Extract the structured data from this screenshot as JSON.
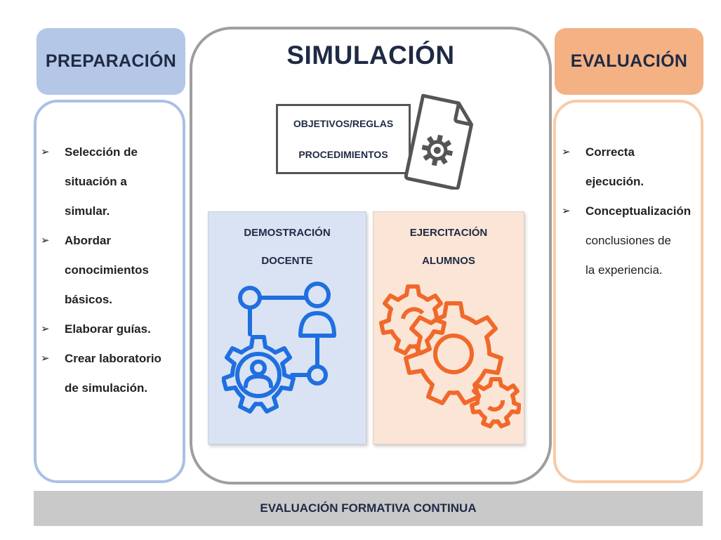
{
  "preparacion": {
    "title": "PREPARACIÓN",
    "items": [
      "Selección de situación a simular.",
      "Abordar conocimientos básicos.",
      "Elaborar guías.",
      "Crear laboratorio de simulación."
    ],
    "lines": [
      [
        "Selección de",
        "situación a",
        "simular."
      ],
      [
        "Abordar",
        "conocimientos",
        "básicos."
      ],
      [
        "Elaborar guías."
      ],
      [
        "Crear laboratorio",
        "de simulación."
      ]
    ]
  },
  "simulacion": {
    "title": "SIMULACIÓN",
    "rules_line1": "OBJETIVOS/REGLAS",
    "rules_line2": "PROCEDIMIENTOS",
    "demo_line1": "DEMOSTRACIÓN",
    "demo_line2": "DOCENTE",
    "ejer_line1": "EJERCITACIÓN",
    "ejer_line2": "ALUMNOS"
  },
  "evaluacion": {
    "title": "EVALUACIÓN",
    "item1_line1": "Correcta",
    "item1_line2": "ejecución.",
    "item2_line1": "Conceptualización",
    "item2_line2": "conclusiones de",
    "item2_line3": "la experiencia."
  },
  "footer": {
    "label": "EVALUACIÓN FORMATIVA CONTINUA"
  },
  "colors": {
    "prep_header": "#b4c7e7",
    "prep_border": "#a9c0e6",
    "eval_header": "#f4b183",
    "eval_border": "#f8cba8",
    "demo_panel": "#dae3f3",
    "ejer_panel": "#fbe5d6",
    "demo_icon": "#1f6fe0",
    "ejer_icon": "#f0692a",
    "bottom_bar": "#c9c9c9"
  },
  "icons": [
    "document-gear-icon",
    "network-gear-person-icon",
    "gears-icon"
  ]
}
